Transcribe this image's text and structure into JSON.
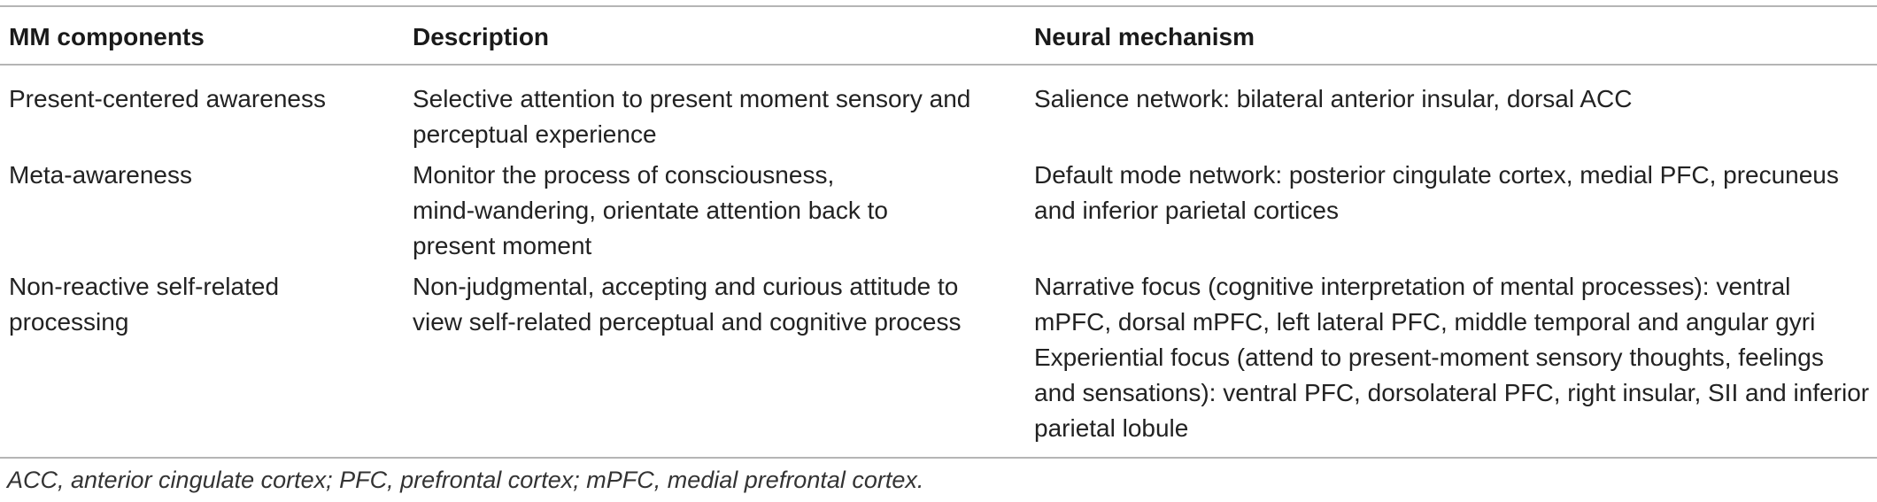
{
  "table": {
    "headers": [
      "MM components",
      "Description",
      "Neural mechanism"
    ],
    "rows": [
      {
        "component": "Present-centered awareness",
        "description": "Selective attention to present moment sensory and\nperceptual experience",
        "mechanism": "Salience network: bilateral anterior insular, dorsal ACC"
      },
      {
        "component": "Meta-awareness",
        "description": "Monitor the process of consciousness,\nmind-wandering, orientate attention back to\npresent moment",
        "mechanism": "Default mode network: posterior cingulate cortex, medial PFC, precuneus\nand inferior parietal cortices"
      },
      {
        "component": "Non-reactive self-related\nprocessing",
        "description": "Non-judgmental, accepting and curious attitude to\nview self-related perceptual and cognitive process",
        "mechanism": "Narrative focus (cognitive interpretation of mental processes): ventral\nmPFC, dorsal mPFC, left lateral PFC, middle temporal and angular gyri\nExperiential focus (attend to present-moment sensory thoughts, feelings\nand sensations): ventral PFC, dorsolateral PFC, right insular, SII and inferior\nparietal lobule"
      }
    ],
    "footnote": "ACC, anterior cingulate cortex; PFC, prefrontal cortex; mPFC, medial prefrontal cortex."
  }
}
